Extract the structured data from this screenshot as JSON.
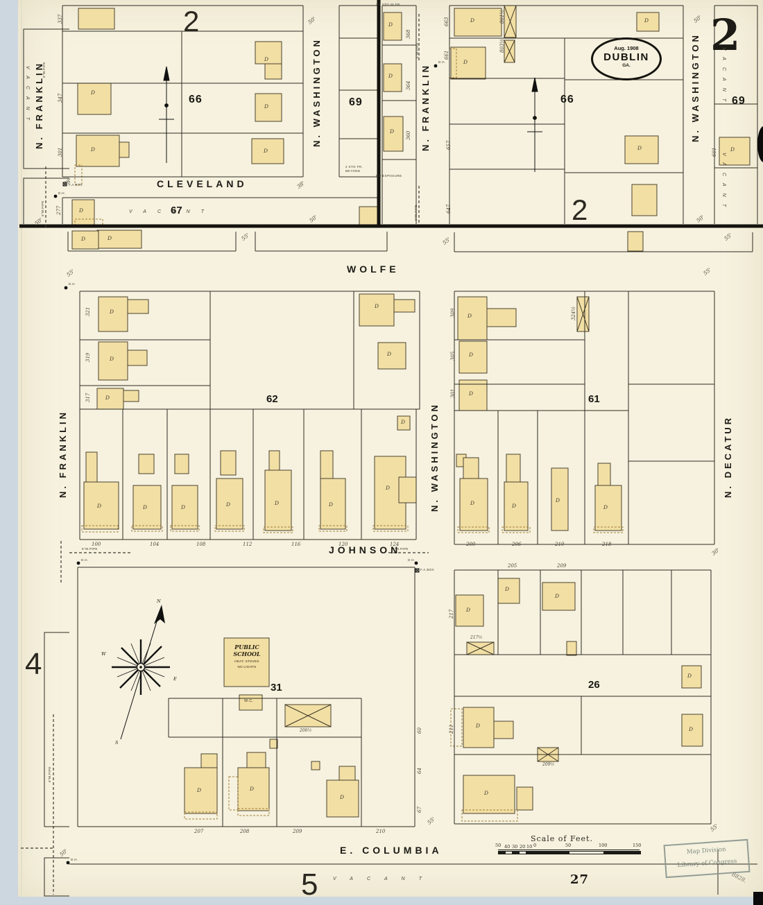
{
  "sheet": {
    "number": "2",
    "date": "Aug. 1908",
    "city": "DUBLIN",
    "state": "GA."
  },
  "refs": {
    "top_left_block": "2",
    "right_block_bottom": "2",
    "bottom_left": "4",
    "bottom_center": "5",
    "bottom_right": "27"
  },
  "blocks": {
    "b66l": "66",
    "b69l": "69",
    "b67": "67",
    "b66r": "66",
    "b69r": "69",
    "b62": "62",
    "b61": "61",
    "b31": "31",
    "b26": "26"
  },
  "streets": {
    "franklin": "N. FRANKLIN",
    "washington": "N. WASHINGTON",
    "decatur": "N. DECATUR",
    "cleveland": "CLEVELAND",
    "wolfe": "WOLFE",
    "johnson": "JOHNSON",
    "columbia": "E. COLUMBIA"
  },
  "labels": {
    "vacant": "VACANT",
    "d": "D",
    "wc": "W.C.",
    "no_exposure": "NO EXPOSURE",
    "sto_fr_strip": "2½ STO IN FR.",
    "sto_fr_69": "2 STO FR. BEYOND",
    "school_line1": "PUBLIC",
    "school_line2": "SCHOOL",
    "school_note1": "HEAT: STOVES",
    "school_note2": "NO LIGHTS",
    "fa_box": "F.A.BOX",
    "dh": "D.H.",
    "pipe": "6\"W.PIPE",
    "scale_title": "Scale of Feet.",
    "stamp_line1": "Map Division",
    "stamp_line2": "Library of Congress",
    "note": "8828."
  },
  "compass": {
    "n": "N",
    "e": "E",
    "w": "W",
    "s": "S"
  },
  "scale_numbers": {
    "left": [
      "50",
      "40",
      "30",
      "20",
      "10",
      "0"
    ],
    "right": [
      "50",
      "100",
      "150"
    ]
  },
  "dims": {
    "d30": "30'",
    "d38": "38'",
    "d50": "50'",
    "d55": "55'"
  },
  "addresses": {
    "franklin_left": [
      "337",
      "347",
      "301",
      "277"
    ],
    "strip": [
      "368",
      "364",
      "360"
    ],
    "franklin_right": [
      "663",
      "661",
      "657",
      "647"
    ],
    "x66r": [
      "801½",
      "803½"
    ],
    "washington_right": [
      "601"
    ],
    "franklin_mid": [
      "321",
      "319",
      "317"
    ],
    "johnson_b62": [
      "100",
      "104",
      "108",
      "112",
      "116",
      "120",
      "124"
    ],
    "b61_side": [
      "309",
      "305",
      "301"
    ],
    "b61_x": "324½",
    "johnson_b61": [
      "200",
      "206",
      "210",
      "218"
    ],
    "b26_top": [
      "205",
      "209"
    ],
    "b26_side": [
      "217",
      "211"
    ],
    "b26_x_top": "217½",
    "b26_x_bottom": "209½",
    "columbia_b31": [
      "207",
      "208",
      "209",
      "210"
    ],
    "b31_dims": [
      "60",
      "64",
      "67"
    ]
  }
}
